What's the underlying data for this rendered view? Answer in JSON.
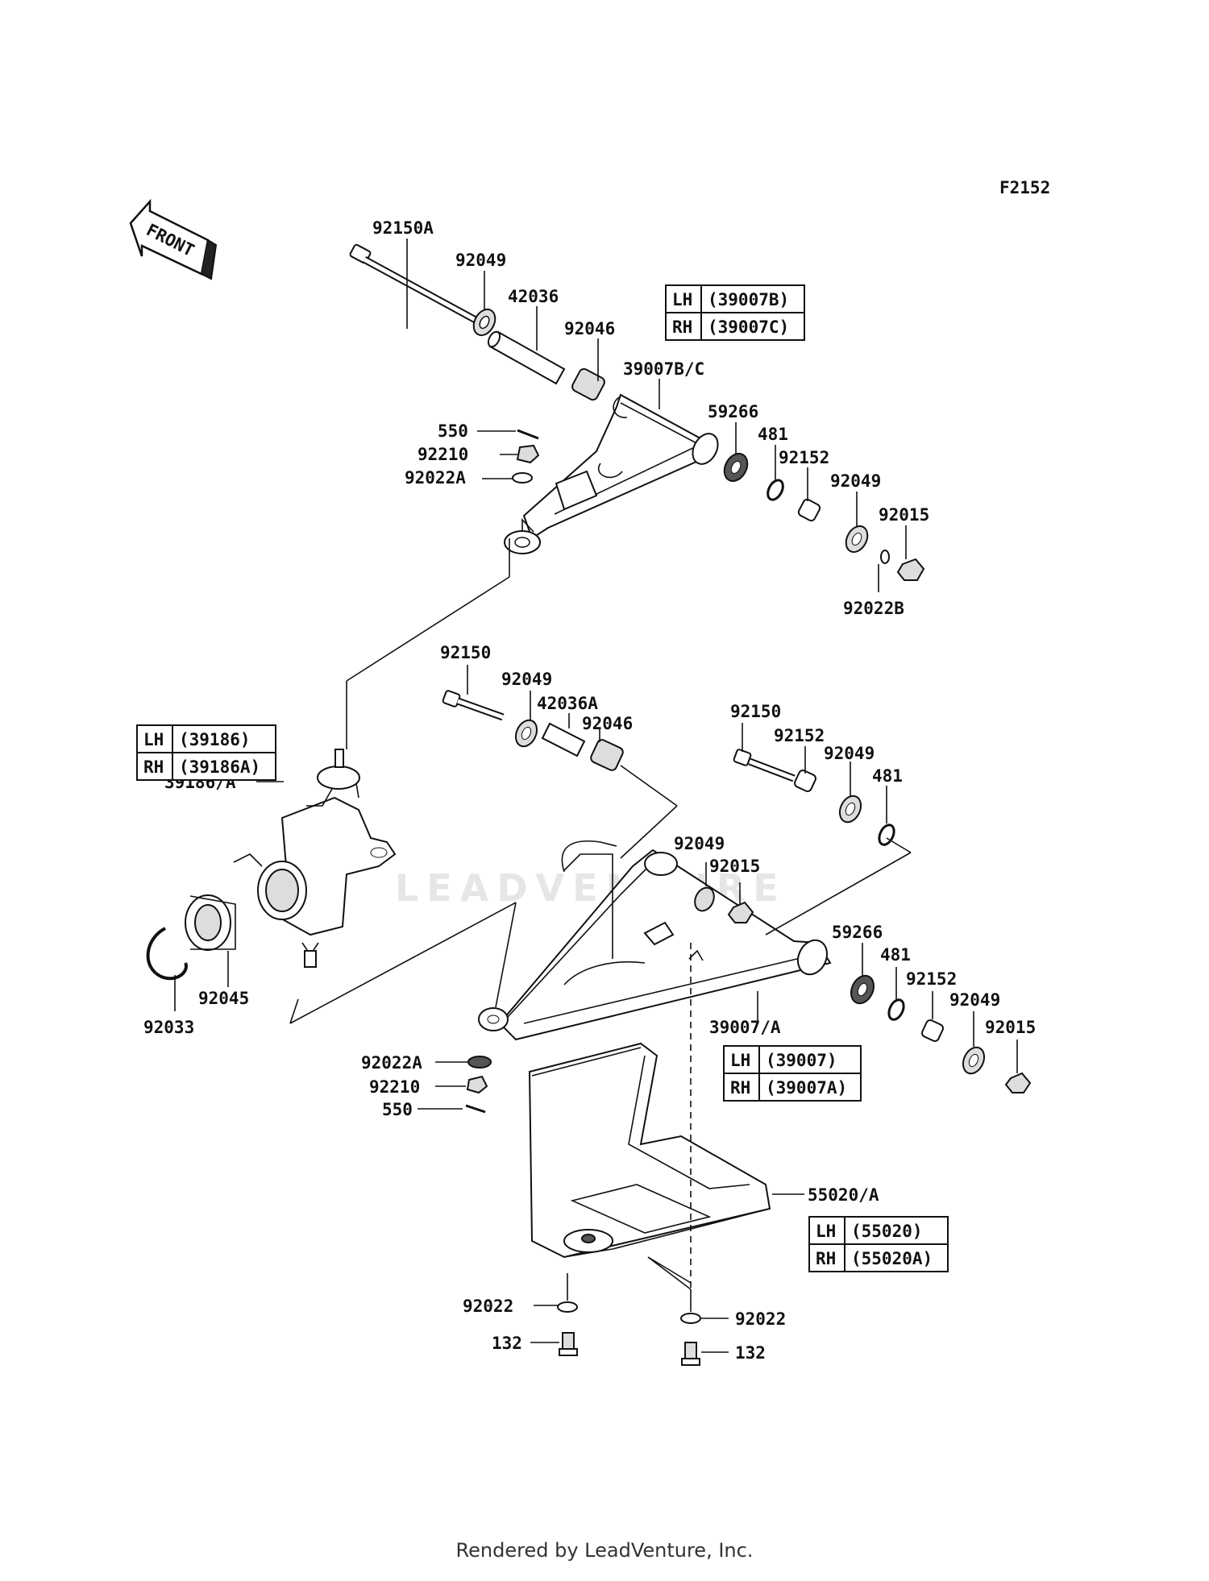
{
  "diagram_code": "F2152",
  "front_label": "FRONT",
  "watermark": "LEADVENTURE",
  "footer": "Rendered by LeadVenture, Inc.",
  "callouts": {
    "c1": "92150A",
    "c2": "92049",
    "c3": "42036",
    "c4": "92046",
    "c5": "39007B/C",
    "c6": "550",
    "c7": "92210",
    "c8": "92022A",
    "c9": "59266",
    "c10": "481",
    "c11": "92152",
    "c12": "92049",
    "c13": "92015",
    "c14": "92022B",
    "c15": "92150",
    "c16": "92049",
    "c17": "42036A",
    "c18": "92046",
    "c19": "92150",
    "c20": "92152",
    "c21": "92049",
    "c22": "481",
    "c23": "39186/A",
    "c24": "92049",
    "c25": "92015",
    "c26": "92045",
    "c27": "92033",
    "c28": "59266",
    "c29": "481",
    "c30": "92152",
    "c31": "92049",
    "c32": "92015",
    "c33": "39007/A",
    "c34": "92022A",
    "c35": "92210",
    "c36": "550",
    "c37": "55020/A",
    "c38": "92022",
    "c39": "92022",
    "c40": "132",
    "c41": "132"
  },
  "tables": {
    "upper_arm": [
      {
        "side": "LH",
        "part": "(39007B)"
      },
      {
        "side": "RH",
        "part": "(39007C)"
      }
    ],
    "knuckle": [
      {
        "side": "LH",
        "part": "(39186)"
      },
      {
        "side": "RH",
        "part": "(39186A)"
      }
    ],
    "lower_arm": [
      {
        "side": "LH",
        "part": "(39007)"
      },
      {
        "side": "RH",
        "part": "(39007A)"
      }
    ],
    "guard": [
      {
        "side": "LH",
        "part": "(55020)"
      },
      {
        "side": "RH",
        "part": "(55020A)"
      }
    ]
  }
}
